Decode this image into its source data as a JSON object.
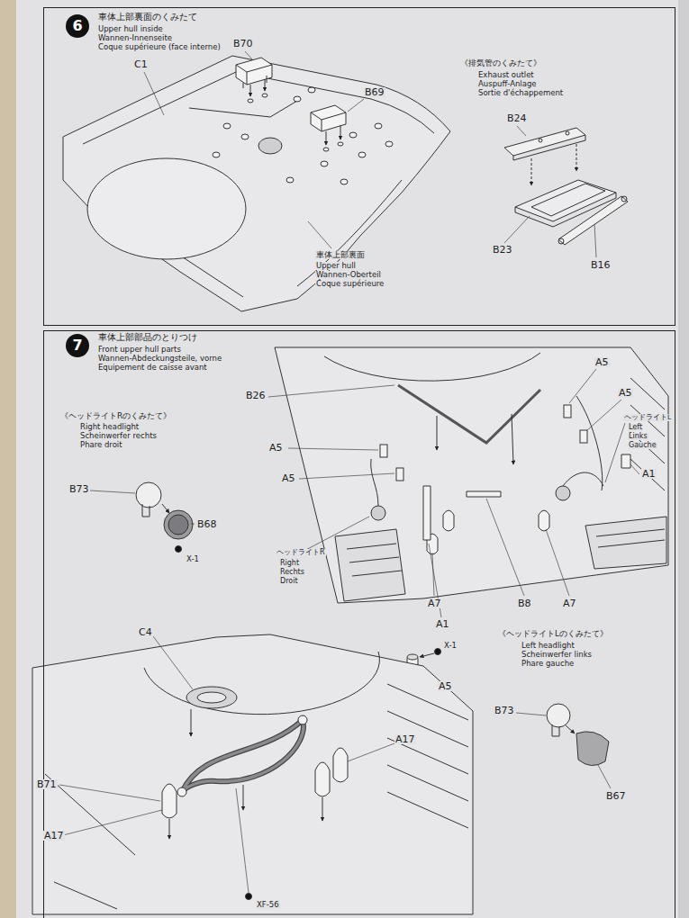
{
  "diagram": {
    "nodes": [
      {
        "text": [
          "車体上部裏面のくみたて",
          "Upper hull inside",
          "Wannen-Innenseite",
          "Coque supérieure (face interne)"
        ]
      },
      {
        "text": [
          "6"
        ],
        "in": 0
      },
      {
        "text": [
          "車体上部部品のとりつけ",
          "Front upper hull parts",
          "Wannen-Abdeckungsteile, vorne",
          "Equipement de caisse avant"
        ]
      },
      {
        "text": [
          "7"
        ],
        "in": 2
      }
    ],
    "labels": [
      "B70",
      "C1",
      "B69",
      "車体上部裏面",
      "Upper hull",
      "Wannen-Oberteil",
      "Coque supérieure",
      "《排気管のくみたて》",
      "Exhaust outlet",
      "Auspuff-Anlage",
      "Sortie d'échappement",
      "B24",
      "B23",
      "B16",
      "《ヘッドライトRのくみたて》",
      "Right headlight",
      "Scheinwerfer rechts",
      "Phare droit",
      "B73",
      "B68",
      "X-1",
      "B26",
      "A5",
      "A5",
      "ヘッドライトL",
      "Left",
      "Links",
      "Gauche",
      "A1",
      "A5",
      "A5",
      "ヘッドライトR",
      "Right",
      "Rechts",
      "Droit",
      "A7",
      "B8",
      "A7",
      "A1",
      "C4",
      "X-1",
      "《ヘッドライトLのくみたて》",
      "Left headlight",
      "Scheinwerfer links",
      "Phare gauche",
      "A5",
      "A17",
      "B71",
      "B73",
      "A17",
      "B67",
      "XF-56"
    ]
  }
}
